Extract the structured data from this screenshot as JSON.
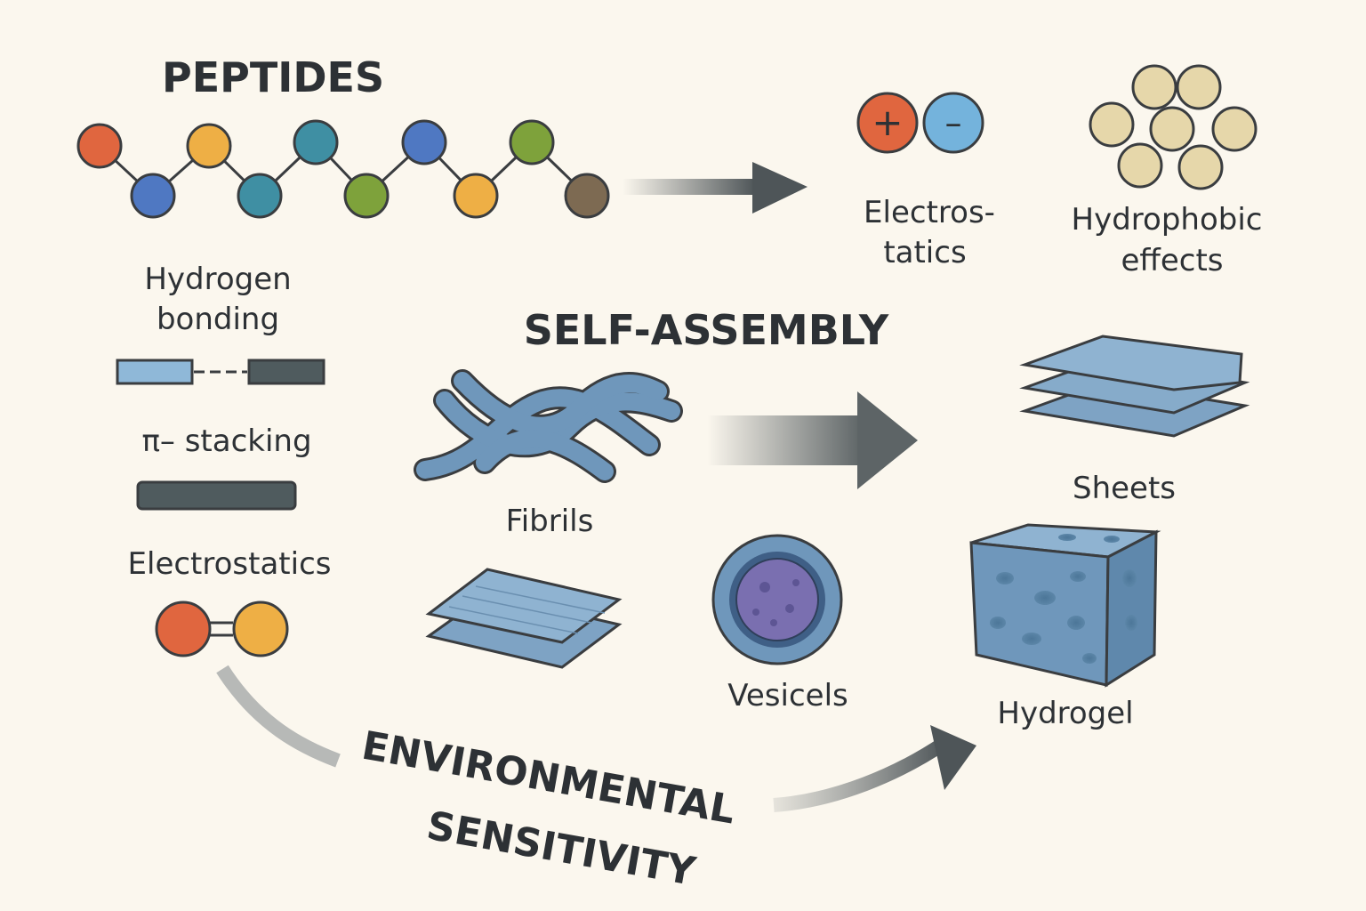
{
  "titles": {
    "peptides": "PEPTIDES",
    "self_assembly": "SELF-ASSEMBLY",
    "env_line1": "ENVIRONMENTAL",
    "env_line2": "SENSITIVITY"
  },
  "interactions": {
    "hbond_line1": "Hydrogen",
    "hbond_line2": "bonding",
    "pi_stacking": "π– stacking",
    "electrostatics_left": "Electrostatics",
    "electro_line1": "Electros-",
    "electro_line2": "tatics",
    "hydrophobic_line1": "Hydrophobic",
    "hydrophobic_line2": "effects",
    "plus_sign": "+",
    "minus_sign": "–"
  },
  "structures": {
    "fibrils": "Fibrils",
    "sheets": "Sheets",
    "vesicels": "Vesicels",
    "hydrogel": "Hydrogel"
  },
  "colors": {
    "background": "#fbf7ee",
    "bead_orange": "#e0663f",
    "bead_yellow": "#eeaf45",
    "bead_blue": "#4f78c2",
    "bead_teal": "#3f8fa3",
    "bead_green": "#7ea23b",
    "bead_brown": "#7d6a52",
    "plus": "#e0663f",
    "minus": "#74b3dc",
    "hydrophobic_bead": "#e6d7aa",
    "material_blue": "#6f97bb",
    "arrow_dark": "#4e5558"
  }
}
